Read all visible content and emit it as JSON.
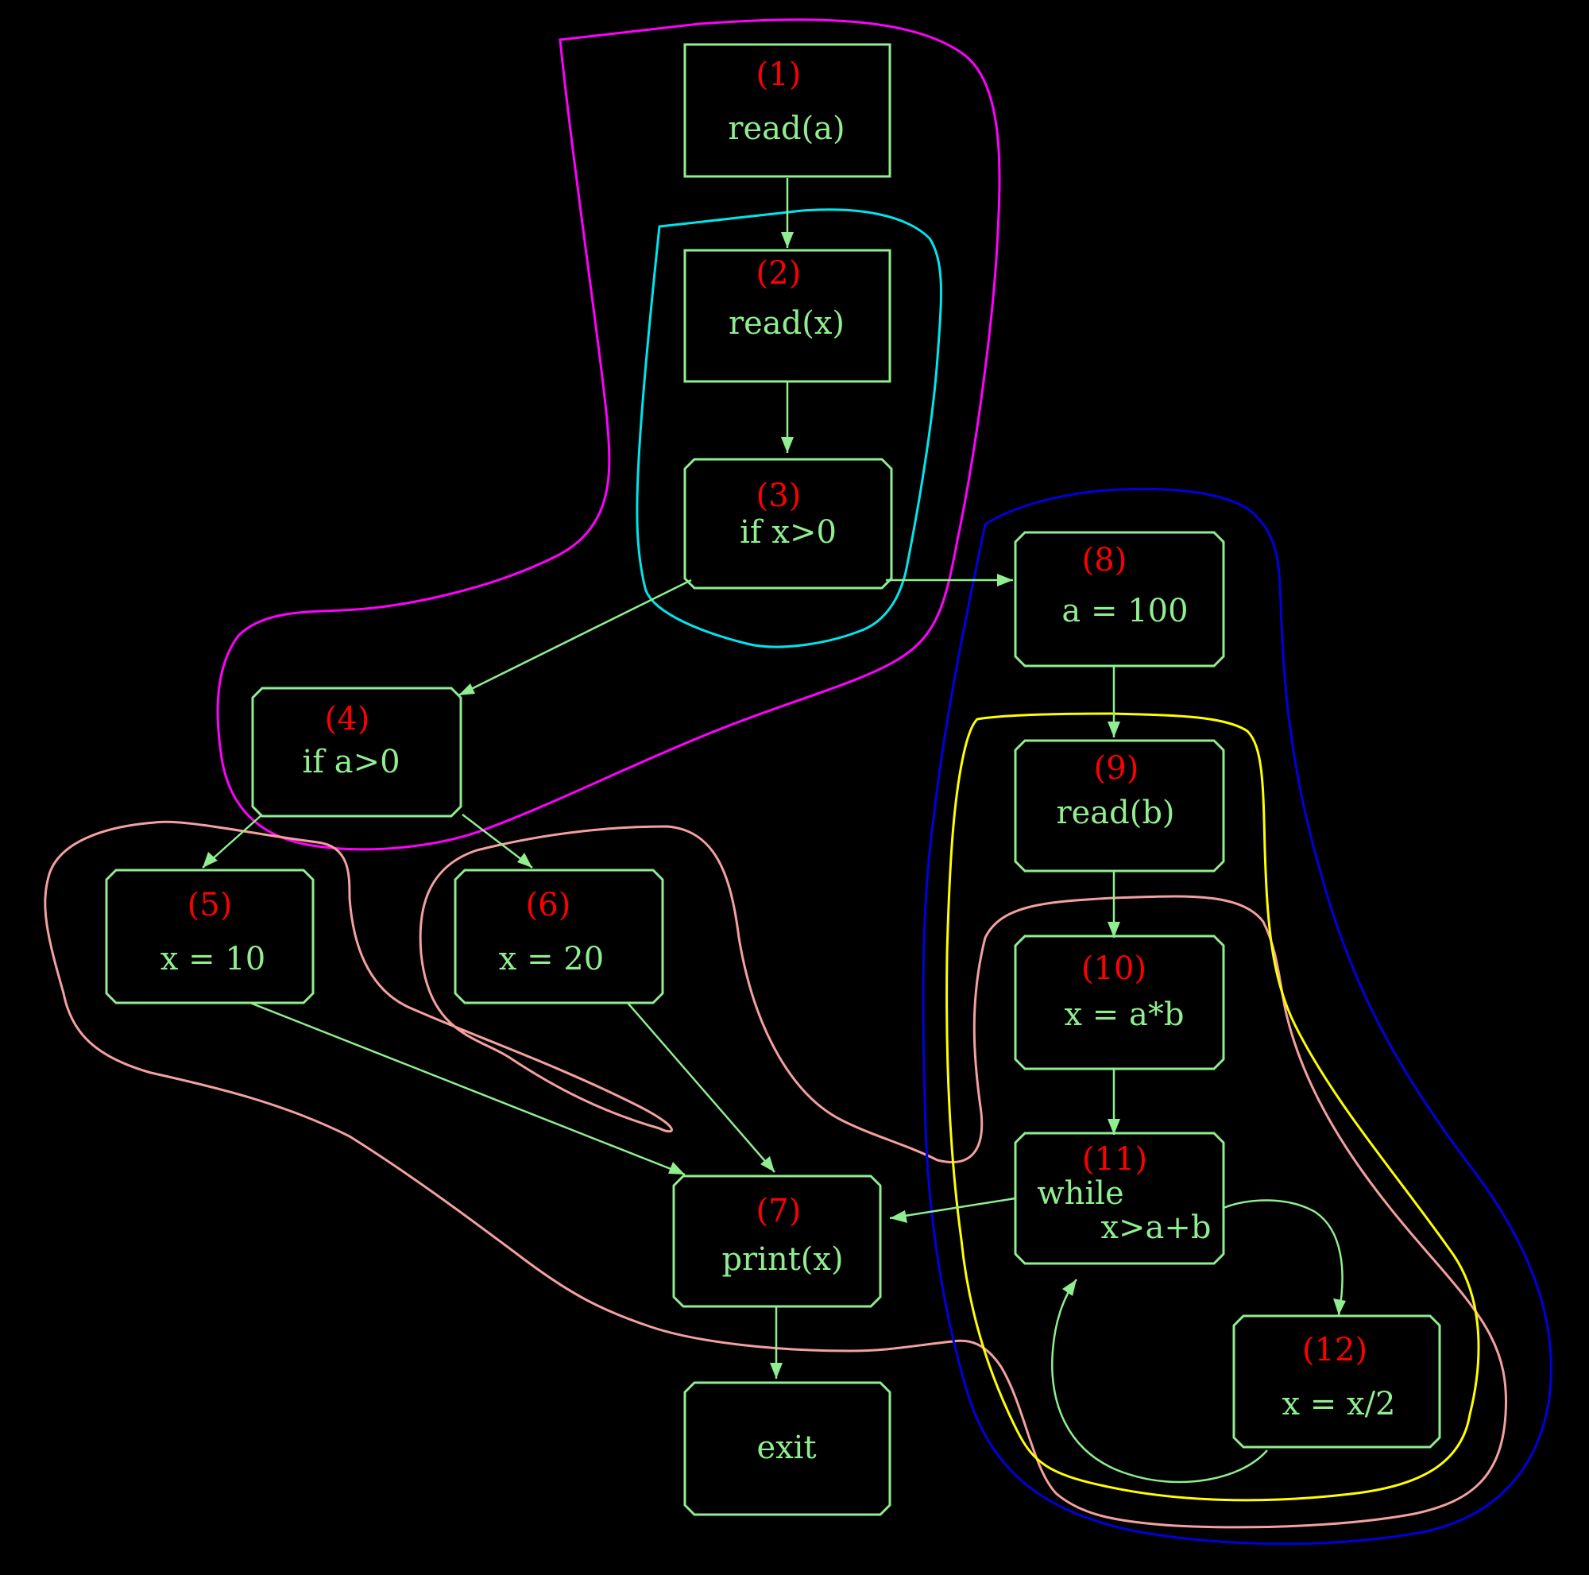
{
  "diagram": {
    "type": "control-flow-graph",
    "colors": {
      "background": "#000000",
      "node_stroke": "#90ee90",
      "node_number": "#ff0000",
      "node_label": "#90ee90",
      "edge": "#90ee90"
    },
    "nodes": [
      {
        "id": "1",
        "number": "(1)",
        "label": "read(a)"
      },
      {
        "id": "2",
        "number": "(2)",
        "label": "read(x)"
      },
      {
        "id": "3",
        "number": "(3)",
        "label": "if x>0"
      },
      {
        "id": "4",
        "number": "(4)",
        "label": "if a>0"
      },
      {
        "id": "5",
        "number": "(5)",
        "label": "x = 10"
      },
      {
        "id": "6",
        "number": "(6)",
        "label": "x = 20"
      },
      {
        "id": "7",
        "number": "(7)",
        "label": "print(x)"
      },
      {
        "id": "8",
        "number": "(8)",
        "label": "a = 100"
      },
      {
        "id": "9",
        "number": "(9)",
        "label": "read(b)"
      },
      {
        "id": "10",
        "number": "(10)",
        "label": "x = a*b"
      },
      {
        "id": "11",
        "number": "(11)",
        "label_line1": "while",
        "label_line2": "x>a+b"
      },
      {
        "id": "12",
        "number": "(12)",
        "label": "x = x/2"
      },
      {
        "id": "exit",
        "number": "",
        "label": "exit"
      }
    ],
    "edges": [
      {
        "from": "1",
        "to": "2"
      },
      {
        "from": "2",
        "to": "3"
      },
      {
        "from": "3",
        "to": "4"
      },
      {
        "from": "3",
        "to": "8"
      },
      {
        "from": "4",
        "to": "5"
      },
      {
        "from": "4",
        "to": "6"
      },
      {
        "from": "5",
        "to": "7"
      },
      {
        "from": "6",
        "to": "7"
      },
      {
        "from": "7",
        "to": "exit"
      },
      {
        "from": "8",
        "to": "9"
      },
      {
        "from": "9",
        "to": "10"
      },
      {
        "from": "10",
        "to": "11"
      },
      {
        "from": "11",
        "to": "7"
      },
      {
        "from": "11",
        "to": "12"
      },
      {
        "from": "12",
        "to": "11"
      }
    ],
    "regions": [
      {
        "name": "magenta-region",
        "color": "#ff00ff",
        "nodes": [
          "1",
          "2",
          "3",
          "4"
        ]
      },
      {
        "name": "cyan-region",
        "color": "#00e5ee",
        "nodes": [
          "2",
          "3"
        ]
      },
      {
        "name": "pink-region",
        "color": "#f4a0a0",
        "nodes": [
          "5",
          "6",
          "7",
          "10",
          "11",
          "12"
        ]
      },
      {
        "name": "blue-region",
        "color": "#0000dd",
        "nodes": [
          "8",
          "9",
          "10",
          "11",
          "12"
        ]
      },
      {
        "name": "yellow-region",
        "color": "#ffff00",
        "nodes": [
          "9",
          "10",
          "11",
          "12"
        ]
      }
    ]
  }
}
